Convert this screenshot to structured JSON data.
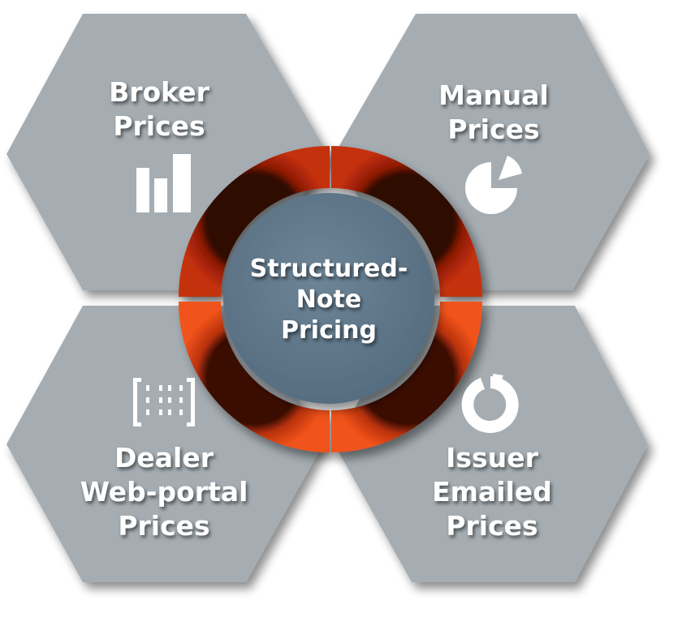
{
  "center": {
    "lines": [
      "Structured-",
      "Note",
      "Pricing"
    ]
  },
  "segments": {
    "broker": {
      "lines": [
        "Broker",
        "Prices"
      ],
      "icon": "bar-chart-icon"
    },
    "manual": {
      "lines": [
        "Manual",
        "Prices"
      ],
      "icon": "pie-chart-icon"
    },
    "dealer": {
      "lines": [
        "Dealer",
        "Web-portal",
        "Prices"
      ],
      "icon": "bracketed-dots-icon"
    },
    "issuer": {
      "lines": [
        "Issuer",
        "Emailed",
        "Prices"
      ],
      "icon": "donut-chart-icon"
    }
  },
  "colors": {
    "hexagon": "#a5adb2",
    "hexagon_shadow": "#6f767a",
    "ring_dark": "#9c1e06",
    "ring_light": "#e8430f",
    "center_fill": "#627a8d",
    "text": "#ffffff"
  }
}
